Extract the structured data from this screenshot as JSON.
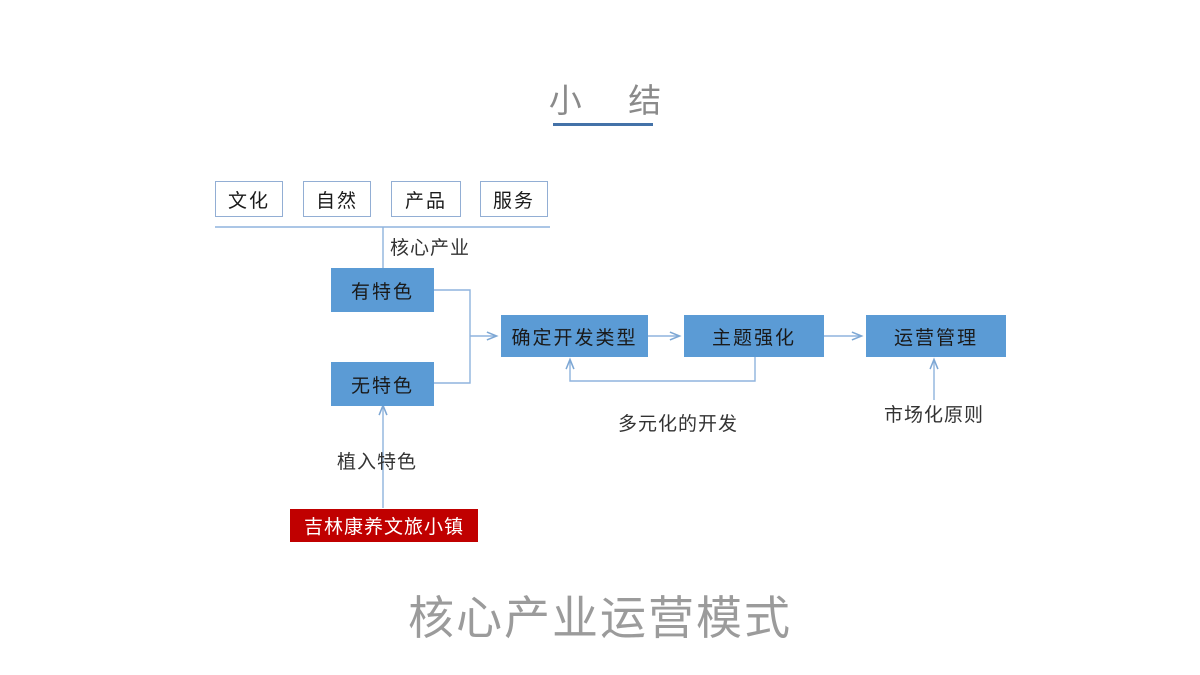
{
  "slide": {
    "title": "小  结",
    "caption": "核心产业运营模式",
    "accent_color": "#4472a8",
    "box_fill_color": "#5b9bd5",
    "box_outline_color": "#92aed4",
    "highlight_color": "#c00000",
    "title_color": "#8a8a8a",
    "caption_color": "#9b9b9b"
  },
  "inputs": [
    {
      "label": "文化"
    },
    {
      "label": "自然"
    },
    {
      "label": "产品"
    },
    {
      "label": "服务"
    }
  ],
  "connector_labels": {
    "core_industry": "核心产业",
    "implant_feature": "植入特色",
    "diversified_development": "多元化的开发",
    "market_principle": "市场化原则"
  },
  "nodes": {
    "has_feature": "有特色",
    "no_feature": "无特色",
    "determine_type": "确定开发类型",
    "theme_enhance": "主题强化",
    "operation_mgmt": "运营管理",
    "source_town": "吉林康养文旅小镇"
  },
  "chart_data": {
    "type": "diagram",
    "title": "核心产业运营模式",
    "nodes": [
      {
        "id": "culture",
        "label": "文化",
        "style": "outline"
      },
      {
        "id": "nature",
        "label": "自然",
        "style": "outline"
      },
      {
        "id": "product",
        "label": "产品",
        "style": "outline"
      },
      {
        "id": "service",
        "label": "服务",
        "style": "outline"
      },
      {
        "id": "has_feature",
        "label": "有特色",
        "style": "filled-blue"
      },
      {
        "id": "no_feature",
        "label": "无特色",
        "style": "filled-blue"
      },
      {
        "id": "determine_type",
        "label": "确定开发类型",
        "style": "filled-blue"
      },
      {
        "id": "theme_enhance",
        "label": "主题强化",
        "style": "filled-blue"
      },
      {
        "id": "operation_mgmt",
        "label": "运营管理",
        "style": "filled-blue"
      },
      {
        "id": "source_town",
        "label": "吉林康养文旅小镇",
        "style": "filled-red"
      }
    ],
    "edges": [
      {
        "from": "inputs-bus",
        "to": "has_feature",
        "label": "核心产业"
      },
      {
        "from": "has_feature",
        "to": "determine_type",
        "label": ""
      },
      {
        "from": "no_feature",
        "to": "determine_type",
        "label": ""
      },
      {
        "from": "determine_type",
        "to": "theme_enhance",
        "label": ""
      },
      {
        "from": "theme_enhance",
        "to": "operation_mgmt",
        "label": ""
      },
      {
        "from": "theme_enhance",
        "to": "determine_type",
        "label": "多元化的开发"
      },
      {
        "from": "market",
        "to": "operation_mgmt",
        "label": "市场化原则"
      },
      {
        "from": "source_town",
        "to": "no_feature",
        "label": "植入特色"
      }
    ]
  }
}
